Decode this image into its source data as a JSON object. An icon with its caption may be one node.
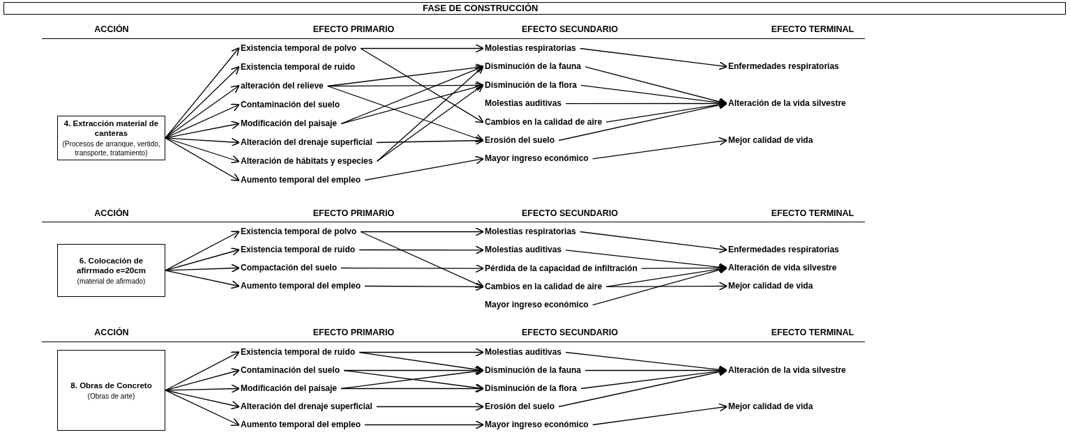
{
  "diagram": {
    "title": "FASE DE CONSTRUCCIÓN",
    "nodes": [
      {
        "text": [
          "4. Extracción material de canteras",
          "(Procesos de arranque, vertido, transporte, tratamiento)"
        ]
      },
      {
        "text": [
          "Existencia temporal de polvo"
        ]
      },
      {
        "text": [
          "Existencia temporal de ruido"
        ]
      },
      {
        "text": [
          "alteración del relieve"
        ]
      },
      {
        "text": [
          "Contaminación del suelo"
        ]
      },
      {
        "text": [
          "Modificación del paisaje"
        ]
      },
      {
        "text": [
          "Alteración del drenaje superficial"
        ]
      },
      {
        "text": [
          "Alteración de hábitats y especies"
        ]
      },
      {
        "text": [
          "Aumento temporal del empleo"
        ]
      },
      {
        "text": [
          "Molestias respiratorias"
        ]
      },
      {
        "text": [
          "Disminución de la fauna"
        ]
      },
      {
        "text": [
          "Disminución de la flora"
        ]
      },
      {
        "text": [
          "Molestias auditivas"
        ]
      },
      {
        "text": [
          "Cambios en la calidad de aire"
        ]
      },
      {
        "text": [
          "Erosión del suelo"
        ]
      },
      {
        "text": [
          "Mayor ingreso económico"
        ]
      },
      {
        "text": [
          "Enfermedades respiratorias"
        ]
      },
      {
        "text": [
          "Alteración de la vida silvestre"
        ]
      },
      {
        "text": [
          "Mejor calidad de vida"
        ]
      },
      {
        "text": [
          "6. Colocación de afirrmado e=20cm",
          "(material de afirmado)"
        ]
      },
      {
        "text": [
          "Existencia temporal de polvo"
        ]
      },
      {
        "text": [
          "Existencia temporal de ruido"
        ]
      },
      {
        "text": [
          "Compactación del suelo"
        ]
      },
      {
        "text": [
          "Aumento temporal del empleo"
        ]
      },
      {
        "text": [
          "Molestias respiratorias"
        ]
      },
      {
        "text": [
          "Molestias auditivas"
        ]
      },
      {
        "text": [
          "Pérdida de la capacidad de infiltración"
        ]
      },
      {
        "text": [
          "Cambios en la calidad de aire"
        ]
      },
      {
        "text": [
          "Mayor ingreso económico"
        ]
      },
      {
        "text": [
          "Enfermedades respiratorias"
        ]
      },
      {
        "text": [
          "Alteración de vida silvestre"
        ]
      },
      {
        "text": [
          "Mejor calidad de vida"
        ]
      },
      {
        "text": [
          "8. Obras de Concreto",
          "(Obras de arte)"
        ]
      },
      {
        "text": [
          "Existencia temporal de ruido"
        ]
      },
      {
        "text": [
          "Contaminación del suelo"
        ]
      },
      {
        "text": [
          "Modificación del paisaje"
        ]
      },
      {
        "text": [
          "Alteración del drenaje superficial"
        ]
      },
      {
        "text": [
          "Aumento temporal del empleo"
        ]
      },
      {
        "text": [
          "Molestias auditivas"
        ]
      },
      {
        "text": [
          "Disminución de la fauna"
        ]
      },
      {
        "text": [
          "Disminución de la flora"
        ]
      },
      {
        "text": [
          "Erosión del suelo"
        ]
      },
      {
        "text": [
          "Mayor ingreso económico"
        ]
      },
      {
        "text": [
          "Alteración de la vida silvestre"
        ]
      },
      {
        "text": [
          "Mejor calidad de vida"
        ]
      }
    ],
    "edges": [
      {
        "from": 0,
        "to": 1,
        "arrow": "to"
      },
      {
        "from": 0,
        "to": 2,
        "arrow": "to"
      },
      {
        "from": 0,
        "to": 3,
        "arrow": "to"
      },
      {
        "from": 0,
        "to": 4,
        "arrow": "to"
      },
      {
        "from": 0,
        "to": 5,
        "arrow": "to"
      },
      {
        "from": 0,
        "to": 6,
        "arrow": "to"
      },
      {
        "from": 0,
        "to": 7,
        "arrow": "to"
      },
      {
        "from": 0,
        "to": 8,
        "arrow": "to"
      },
      {
        "from": 1,
        "to": 9,
        "arrow": "to"
      },
      {
        "from": 1,
        "to": 13,
        "arrow": "to"
      },
      {
        "from": 3,
        "to": 10,
        "arrow": "to"
      },
      {
        "from": 3,
        "to": 11,
        "arrow": "to"
      },
      {
        "from": 3,
        "to": 14,
        "arrow": "to"
      },
      {
        "from": 5,
        "to": 10,
        "arrow": "to"
      },
      {
        "from": 5,
        "to": 11,
        "arrow": "to"
      },
      {
        "from": 6,
        "to": 14,
        "arrow": "to"
      },
      {
        "from": 7,
        "to": 10,
        "arrow": "to"
      },
      {
        "from": 7,
        "to": 11,
        "arrow": "to"
      },
      {
        "from": 8,
        "to": 15,
        "arrow": "to"
      },
      {
        "from": 9,
        "to": 16,
        "arrow": "to"
      },
      {
        "from": 10,
        "to": 17,
        "arrow": "to"
      },
      {
        "from": 11,
        "to": 17,
        "arrow": "to"
      },
      {
        "from": 12,
        "to": 17,
        "arrow": "to"
      },
      {
        "from": 13,
        "to": 17,
        "arrow": "to"
      },
      {
        "from": 14,
        "to": 17,
        "arrow": "to"
      },
      {
        "from": 15,
        "to": 18,
        "arrow": "to"
      },
      {
        "from": 19,
        "to": 20,
        "arrow": "to"
      },
      {
        "from": 19,
        "to": 21,
        "arrow": "to"
      },
      {
        "from": 19,
        "to": 22,
        "arrow": "to"
      },
      {
        "from": 19,
        "to": 23,
        "arrow": "to"
      },
      {
        "from": 20,
        "to": 24,
        "arrow": "to"
      },
      {
        "from": 20,
        "to": 27,
        "arrow": "to"
      },
      {
        "from": 21,
        "to": 25,
        "arrow": "to"
      },
      {
        "from": 22,
        "to": 26,
        "arrow": "to"
      },
      {
        "from": 23,
        "to": 27,
        "arrow": "to"
      },
      {
        "from": 24,
        "to": 29,
        "arrow": "to"
      },
      {
        "from": 25,
        "to": 30,
        "arrow": "to"
      },
      {
        "from": 26,
        "to": 30,
        "arrow": "to"
      },
      {
        "from": 27,
        "to": 30,
        "arrow": "to"
      },
      {
        "from": 27,
        "to": 31,
        "arrow": "to"
      },
      {
        "from": 28,
        "to": 30,
        "arrow": "to"
      },
      {
        "from": 32,
        "to": 33,
        "arrow": "to"
      },
      {
        "from": 32,
        "to": 34,
        "arrow": "to"
      },
      {
        "from": 32,
        "to": 35,
        "arrow": "to"
      },
      {
        "from": 32,
        "to": 36,
        "arrow": "to"
      },
      {
        "from": 32,
        "to": 37,
        "arrow": "to"
      },
      {
        "from": 33,
        "to": 38,
        "arrow": "to"
      },
      {
        "from": 33,
        "to": 39,
        "arrow": "to"
      },
      {
        "from": 34,
        "to": 39,
        "arrow": "to"
      },
      {
        "from": 34,
        "to": 40,
        "arrow": "to"
      },
      {
        "from": 35,
        "to": 39,
        "arrow": "to"
      },
      {
        "from": 35,
        "to": 40,
        "arrow": "to"
      },
      {
        "from": 36,
        "to": 41,
        "arrow": "to"
      },
      {
        "from": 37,
        "to": 42,
        "arrow": "to"
      },
      {
        "from": 38,
        "to": 43,
        "arrow": "to"
      },
      {
        "from": 39,
        "to": 43,
        "arrow": "to"
      },
      {
        "from": 40,
        "to": 43,
        "arrow": "to"
      },
      {
        "from": 41,
        "to": 43,
        "arrow": "to"
      },
      {
        "from": 42,
        "to": 44,
        "arrow": "to"
      }
    ],
    "labels": [
      "ACCIÓN",
      "EFECTO PRIMARIO",
      "EFECTO SECUNDARIO",
      "EFECTO TERMINAL",
      "ACCIÓN",
      "EFECTO PRIMARIO",
      "EFECTO SECUNDARIO",
      "EFECTO TERMINAL",
      "ACCIÓN",
      "EFECTO PRIMARIO",
      "EFECTO SECUNDARIO",
      "EFECTO TERMINAL"
    ]
  }
}
